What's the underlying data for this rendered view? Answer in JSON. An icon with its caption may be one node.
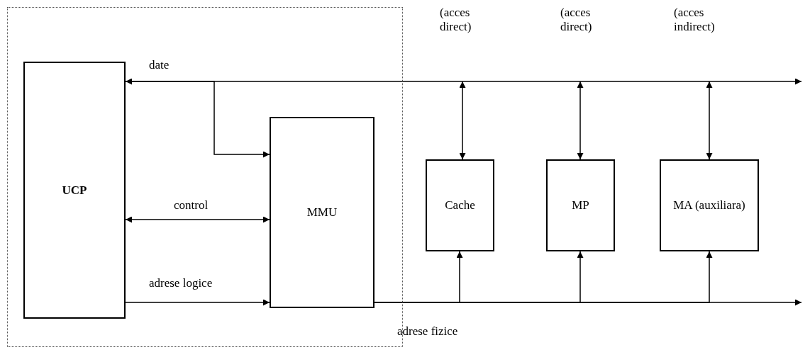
{
  "diagram": {
    "nodes": [
      {
        "text": [],
        "shape": "box"
      },
      {
        "text": [
          "UCP"
        ],
        "in": 0
      },
      {
        "text": [
          "MMU"
        ],
        "in": 0
      },
      {
        "text": [
          "Cache"
        ]
      },
      {
        "text": [
          "MP"
        ]
      },
      {
        "text": [
          "MA (auxiliara)"
        ]
      }
    ],
    "edges": [
      {
        "from": 1,
        "to": null,
        "arrow": "both",
        "label": "date"
      },
      {
        "from": 1,
        "to": 2,
        "arrow": "to"
      },
      {
        "from": null,
        "to": 3,
        "arrow": "both"
      },
      {
        "from": null,
        "to": 4,
        "arrow": "both"
      },
      {
        "from": null,
        "to": 5,
        "arrow": "both"
      },
      {
        "from": 1,
        "to": 2,
        "arrow": "both",
        "label": "control"
      },
      {
        "from": 1,
        "to": 2,
        "arrow": "to",
        "label": "adrese logice"
      },
      {
        "from": 2,
        "to": null,
        "arrow": "to",
        "label": "adrese fizice"
      },
      {
        "from": 2,
        "to": 3,
        "arrow": "to"
      },
      {
        "from": 2,
        "to": 4,
        "arrow": "to"
      },
      {
        "from": 2,
        "to": 5,
        "arrow": "to"
      }
    ],
    "labels": [
      "(acces direct)",
      "(acces direct)",
      "(acces indirect)"
    ]
  }
}
